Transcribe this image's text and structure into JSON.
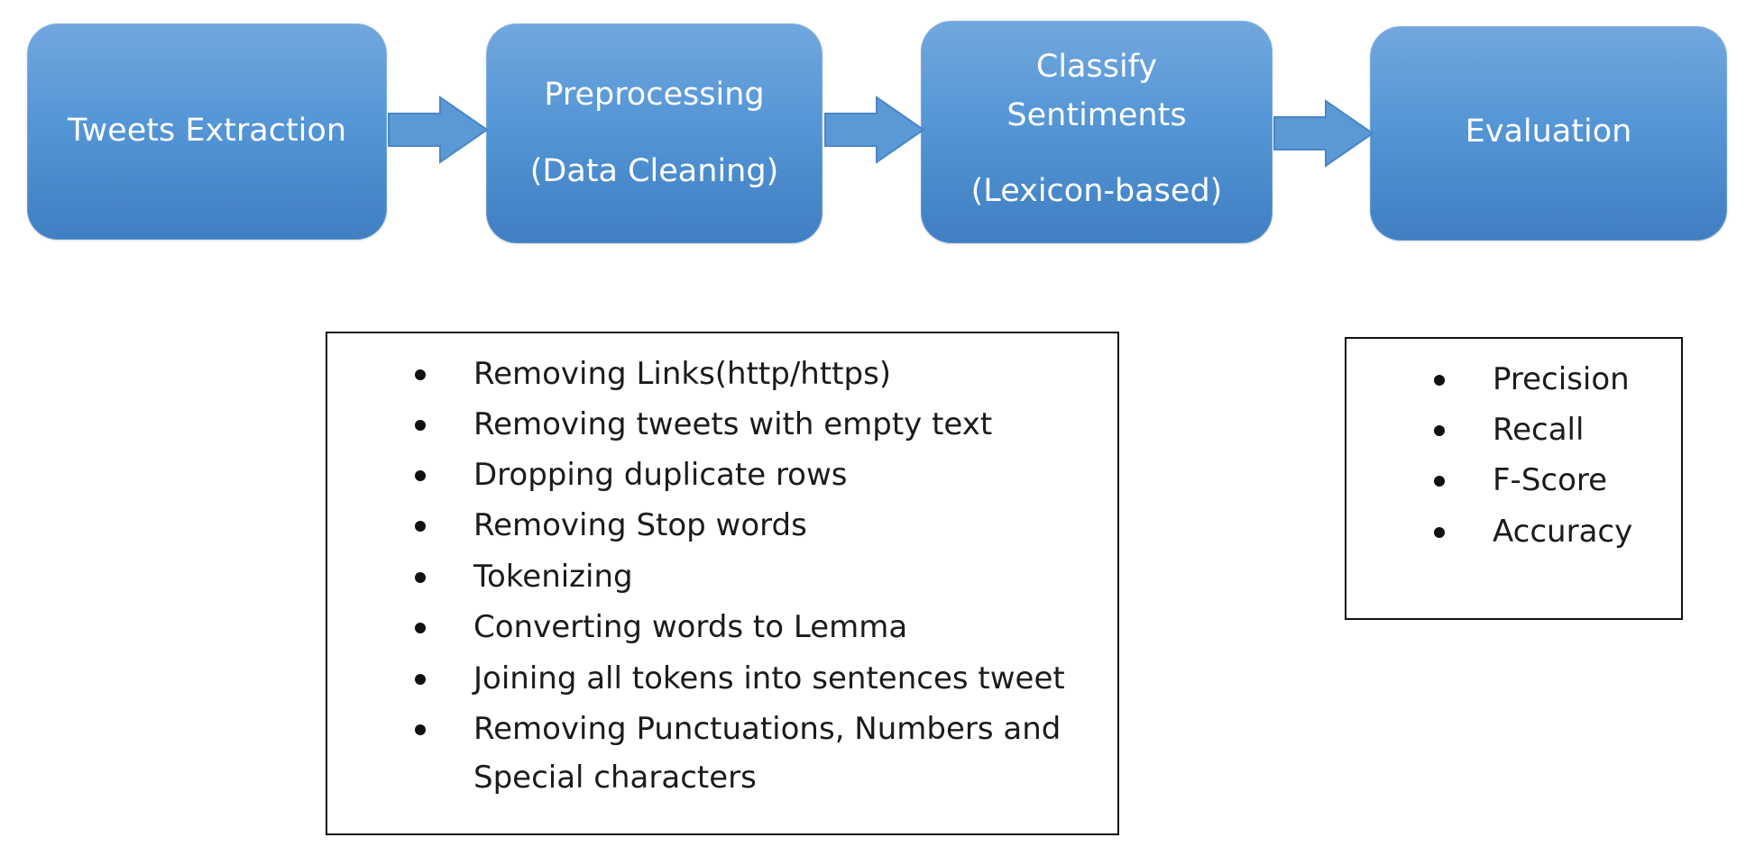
{
  "diagram": {
    "steps": [
      {
        "lines": [
          "Tweets Extraction"
        ]
      },
      {
        "lines": [
          "Preprocessing",
          "(Data Cleaning)"
        ]
      },
      {
        "lines": [
          "Classify",
          "Sentiments",
          "(Lexicon-based)"
        ]
      },
      {
        "lines": [
          "Evaluation"
        ]
      }
    ],
    "cleaning_steps": [
      "Removing Links(http/https)",
      "Removing tweets with empty text",
      "Dropping duplicate rows",
      "Removing Stop words",
      "Tokenizing",
      "Converting words to Lemma",
      "Joining all tokens into sentences tweet",
      "Removing Punctuations, Numbers and",
      "Special characters"
    ],
    "metrics": [
      "Precision",
      "Recall",
      "F-Score",
      "Accuracy"
    ],
    "colors": {
      "box_top": "#72a7de",
      "box_bottom": "#3f7fc2",
      "arrow": "#5b98d6",
      "text_on_box": "#ffffff",
      "panel_border": "#111111"
    }
  }
}
